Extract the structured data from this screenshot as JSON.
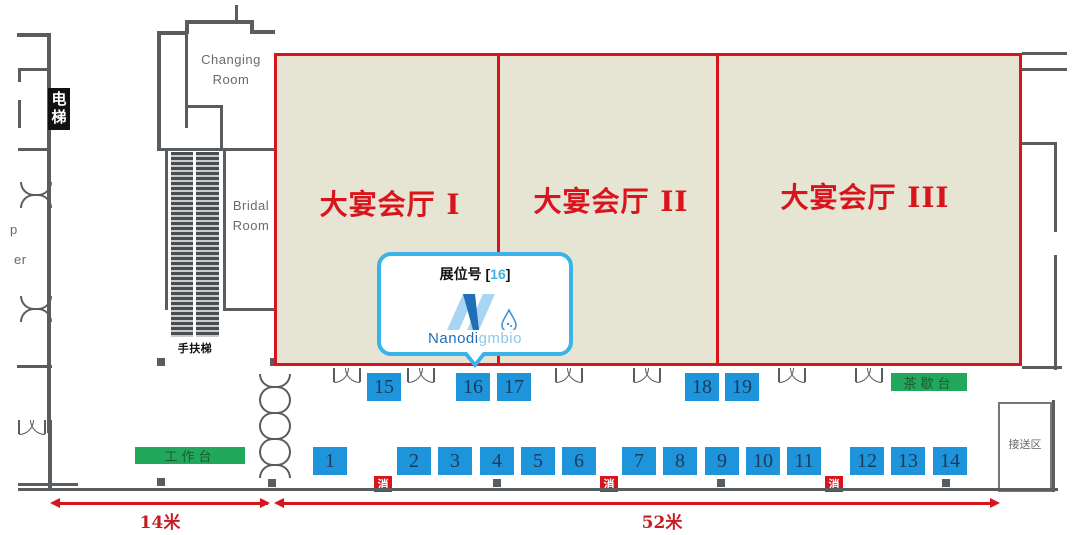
{
  "map": {
    "rooms": {
      "changing_room": "Changing\nRoom",
      "bridal_room": "Bridal\nRoom",
      "elevator": "电梯",
      "escalator": "手扶梯",
      "partial_left_text_1": "p",
      "partial_left_text_2": "er"
    },
    "halls": [
      {
        "label": "大宴会厅 I"
      },
      {
        "label": "大宴会厅 II"
      },
      {
        "label": "大宴会厅 III"
      }
    ],
    "areas": {
      "work_table": "工作台",
      "tea_station": "茶歇台",
      "reception_area": "接送区"
    },
    "fire_label": "消",
    "dimensions": {
      "left": "14米",
      "right": "52米"
    },
    "booths_top": [
      "15",
      "16",
      "17",
      "18",
      "19"
    ],
    "booths_bottom": [
      "1",
      "2",
      "3",
      "4",
      "5",
      "6",
      "7",
      "8",
      "9",
      "10",
      "11",
      "12",
      "13",
      "14"
    ],
    "colors": {
      "booth": "#1e95db",
      "hall_border": "#d8141c",
      "hall_fill": "#e6e4d3",
      "green_area": "#22a85a",
      "tooltip_border": "#3ab4e8"
    }
  },
  "tooltip": {
    "title_prefix": "展位号 [",
    "booth_number": "16",
    "title_suffix": "]",
    "logo_text_dark": "Nanodi",
    "logo_text_light": "gmbio"
  }
}
